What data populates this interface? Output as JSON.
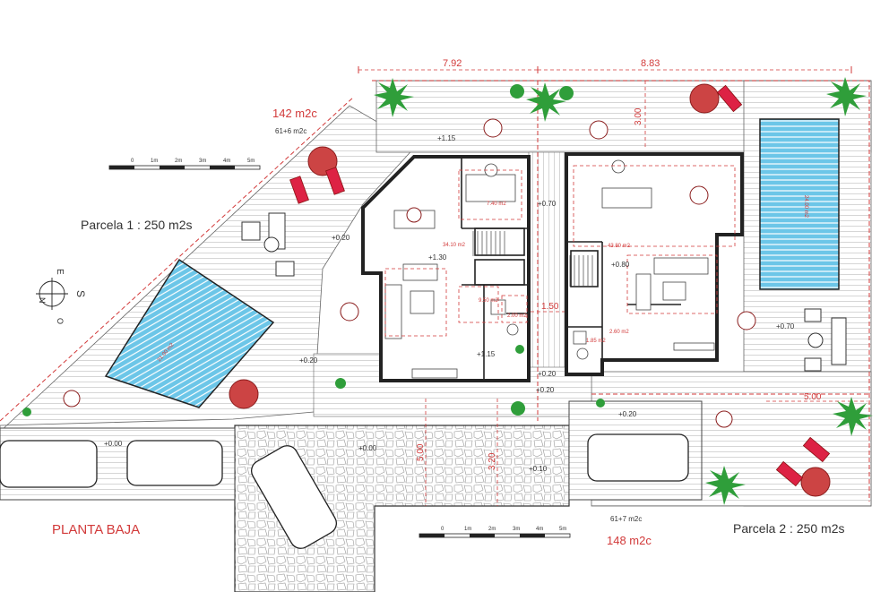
{
  "labels": {
    "title": "PLANTA BAJA",
    "parcela1": "Parcela 1 : 250 m2s",
    "parcela2": "Parcela 2 : 250 m2s",
    "area1_built": "142 m2c",
    "area1_sub": "61+6 m2c",
    "area2_built": "148 m2c",
    "area2_sub": "61+7 m2c"
  },
  "dimensions": {
    "top_left": "7.92",
    "top_right": "8.83",
    "vertical_300": "3.00",
    "mid_150": "1.50",
    "pool_offset": "5.00",
    "drive_500": "5.00",
    "drive_320": "3.20"
  },
  "levels": {
    "l1": "+1.15",
    "l2": "+0.70",
    "l3": "+0.20",
    "l4": "+1.30",
    "l5": "+0.80",
    "l6": "+0.20",
    "l7": "+1.15",
    "l8": "+0.20",
    "l9": "+0.70",
    "l10": "+0.00",
    "l11": "+0.00",
    "l12": "+0.10",
    "l13": "+0.20",
    "l14": "+0.20"
  },
  "rooms": {
    "kitchen1": "7.40 m2",
    "living1": "34.10 m2",
    "wc1a": "9.50 m2",
    "wc1b": "2.00 m2",
    "living2": "43.80 m2",
    "wc2a": "1.85 m2",
    "wc2b": "2.60 m2",
    "pool1": "21.00 m2",
    "pool2": "24.00 m2"
  },
  "scale1": {
    "ticks": [
      "0",
      "1m",
      "2m",
      "3m",
      "4m",
      "5m"
    ]
  },
  "scale2": {
    "ticks": [
      "0",
      "1m",
      "2m",
      "3m",
      "4m",
      "5m"
    ]
  },
  "compass": {
    "e": "E",
    "s": "S",
    "n": "N",
    "o": "O"
  },
  "colors": {
    "annotation": "#d23a3a",
    "pool": "#6cc6e8",
    "wall": "#222222",
    "plant": "#2f9e3a"
  }
}
